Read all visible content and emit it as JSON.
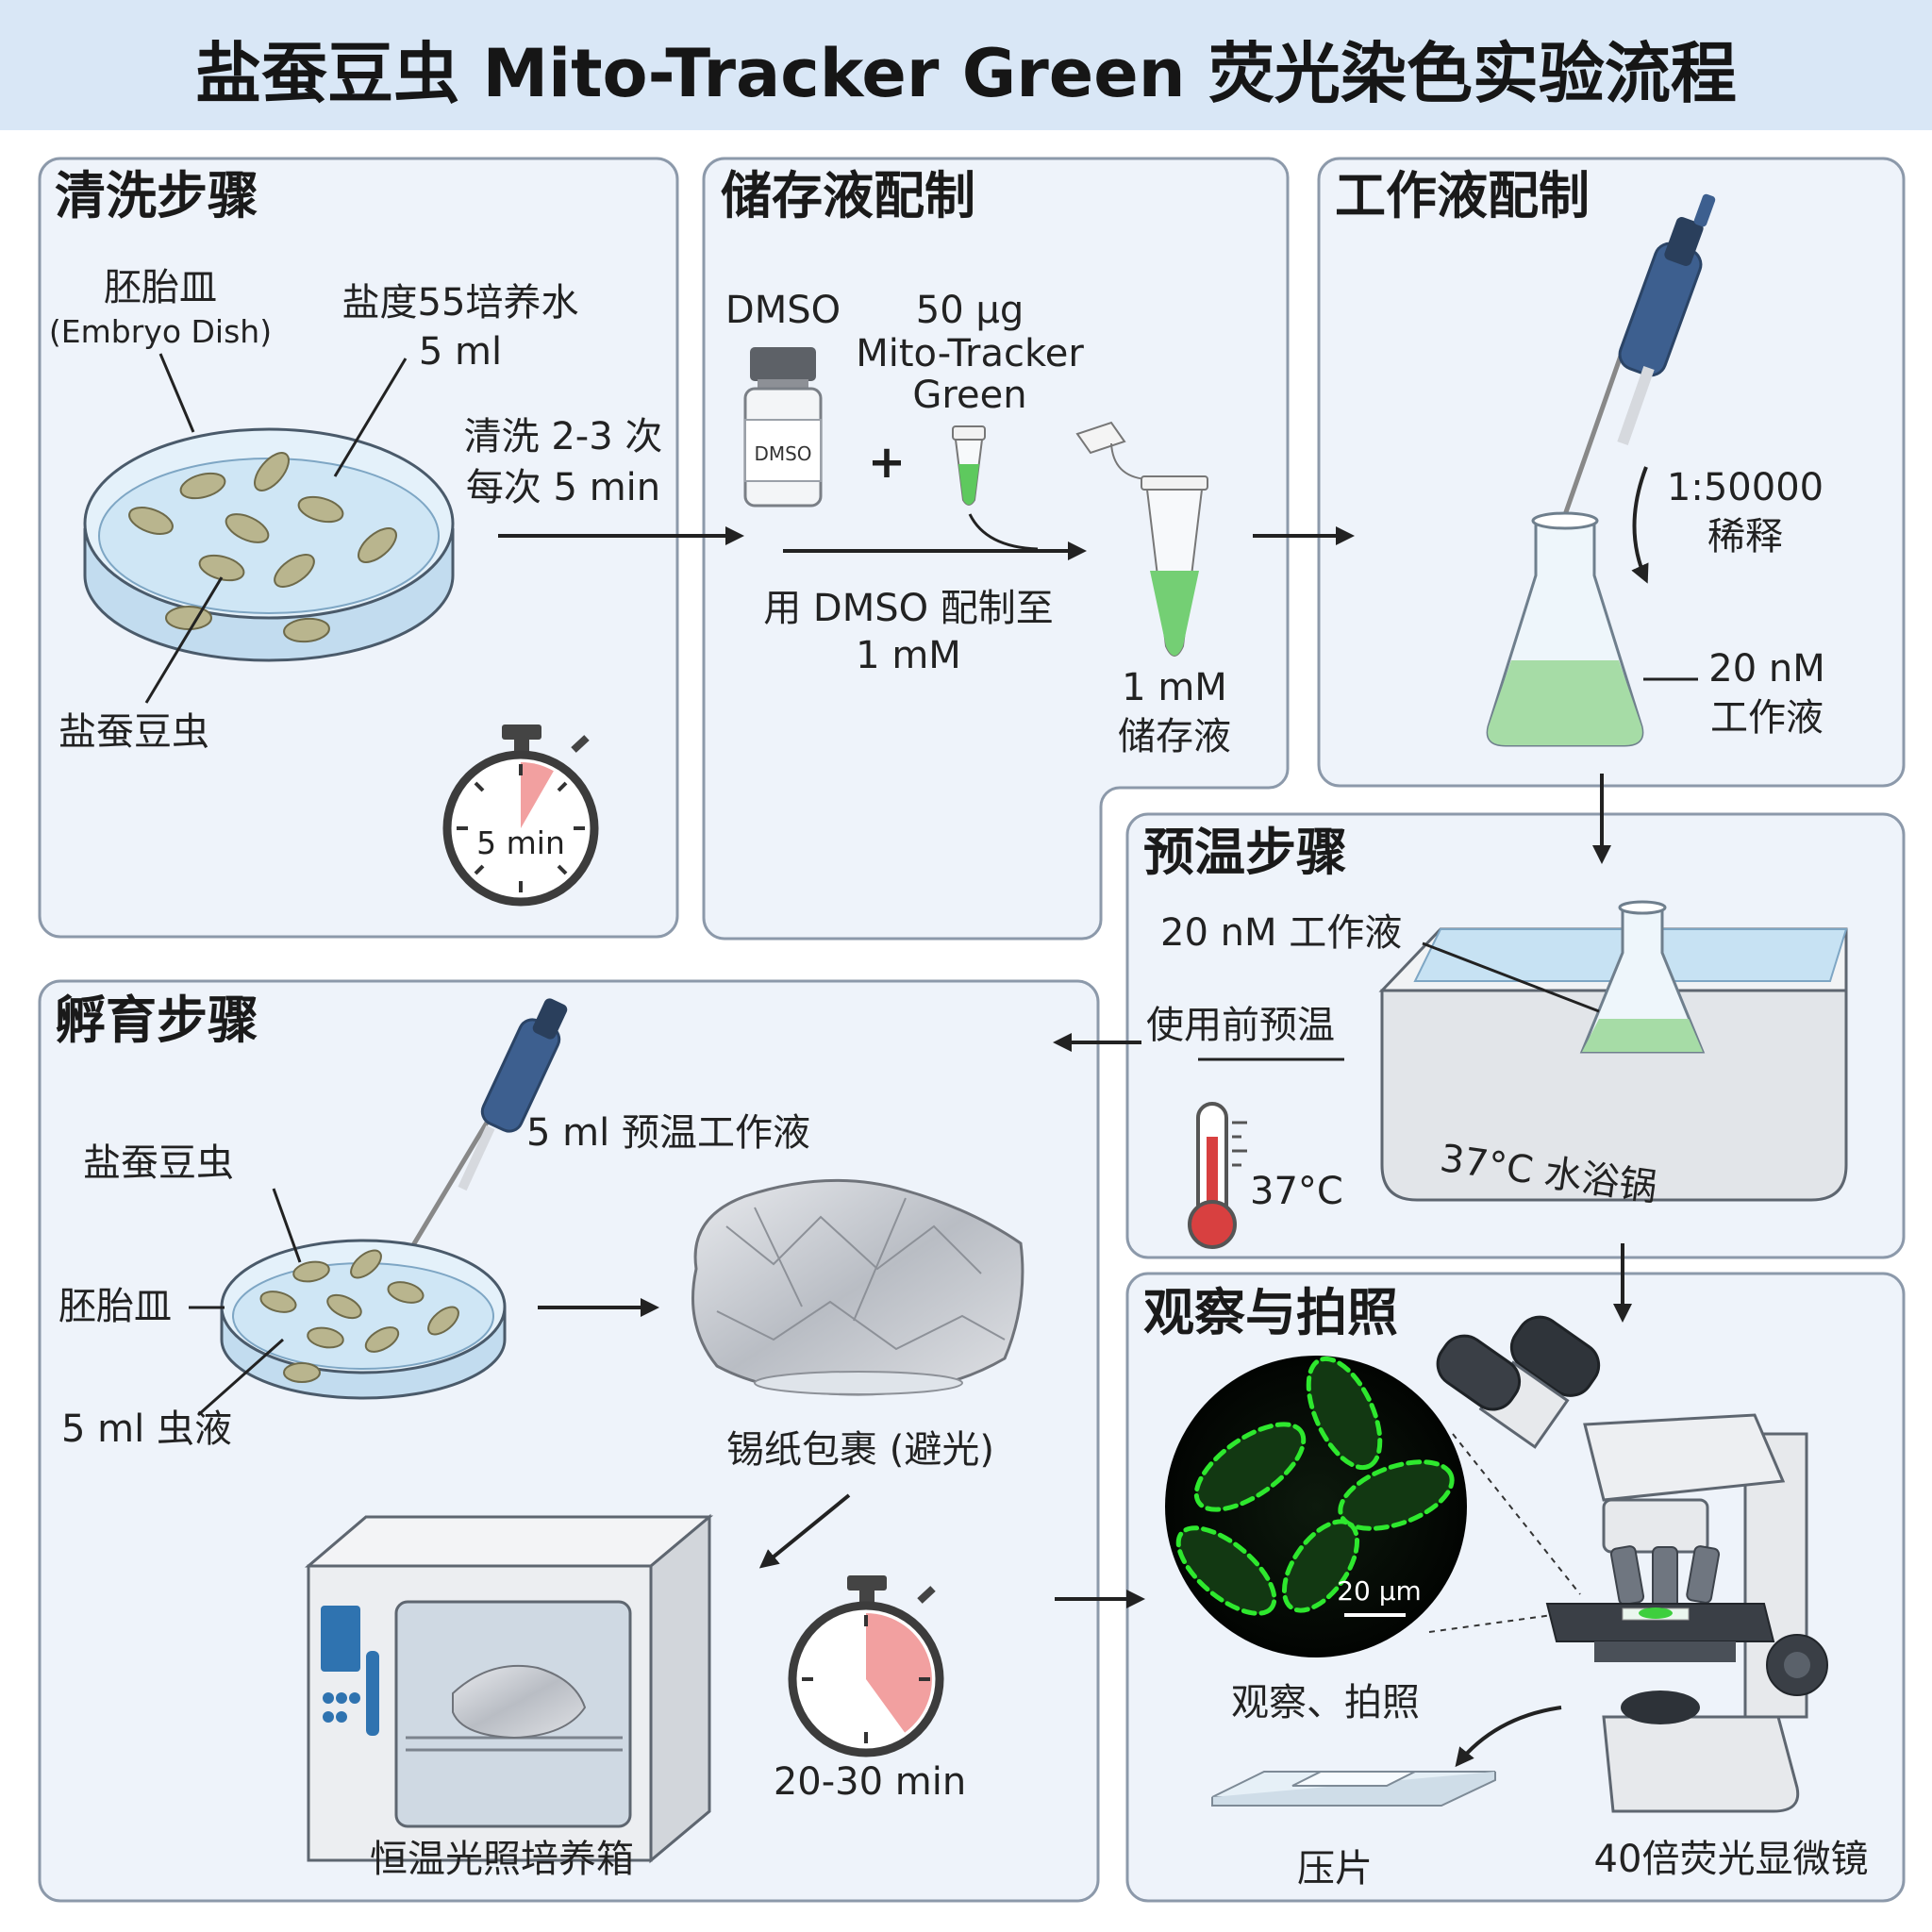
{
  "title": "盐蚕豆虫 Mito-Tracker Green 荧光染色实验流程",
  "colors": {
    "banner": "#d9e7f6",
    "panel_bg": "#eef3fa",
    "panel_border": "#8c99aa",
    "green": "#7fd37f",
    "fluor": "#2ee82e",
    "timer_wedge": "#f2a0a0",
    "pipette": "#3d5f8f"
  },
  "panels": {
    "wash": {
      "title": "清洗步骤",
      "dish_label": "胚胎皿",
      "dish_label_en": "(Embryo Dish)",
      "water_label": "盐度55培养水",
      "water_volume": "5 ml",
      "wash_times": "清洗 2-3 次",
      "wash_each": "每次 5 min",
      "organism_label": "盐蚕豆虫",
      "timer_label": "5 min",
      "timer_fraction": 0.083
    },
    "stock": {
      "title": "储存液配制",
      "dmso": "DMSO",
      "vial_label": "DMSO",
      "amount": "50 μg",
      "reagent_line1": "Mito-Tracker",
      "reagent_line2": "Green",
      "plus": "+",
      "prep_line1": "用 DMSO 配制至",
      "prep_line2": "1 mM",
      "stock_line1": "1 mM",
      "stock_line2": "储存液"
    },
    "working": {
      "title": "工作液配制",
      "ratio": "1:50000",
      "dilute": "稀释",
      "conc": "20 nM",
      "working_label": "工作液"
    },
    "prewarm": {
      "title": "预温步骤",
      "working": "20 nM 工作液",
      "note": "使用前预温",
      "temp": "37°C",
      "bath": "37°C 水浴锅"
    },
    "incubate": {
      "title": "孵育步骤",
      "organism": "盐蚕豆虫",
      "dish": "胚胎皿",
      "liquid": "5 ml 虫液",
      "add": "5 ml 预温工作液",
      "foil": "锡纸包裹 (避光)",
      "incubator": "恒温光照培养箱",
      "time": "20-30 min",
      "timer_fraction": 0.4
    },
    "observe": {
      "title": "观察与拍照",
      "scale": "20 μm",
      "action": "观察、拍照",
      "slide": "压片",
      "microscope": "40倍荧光显微镜"
    }
  }
}
